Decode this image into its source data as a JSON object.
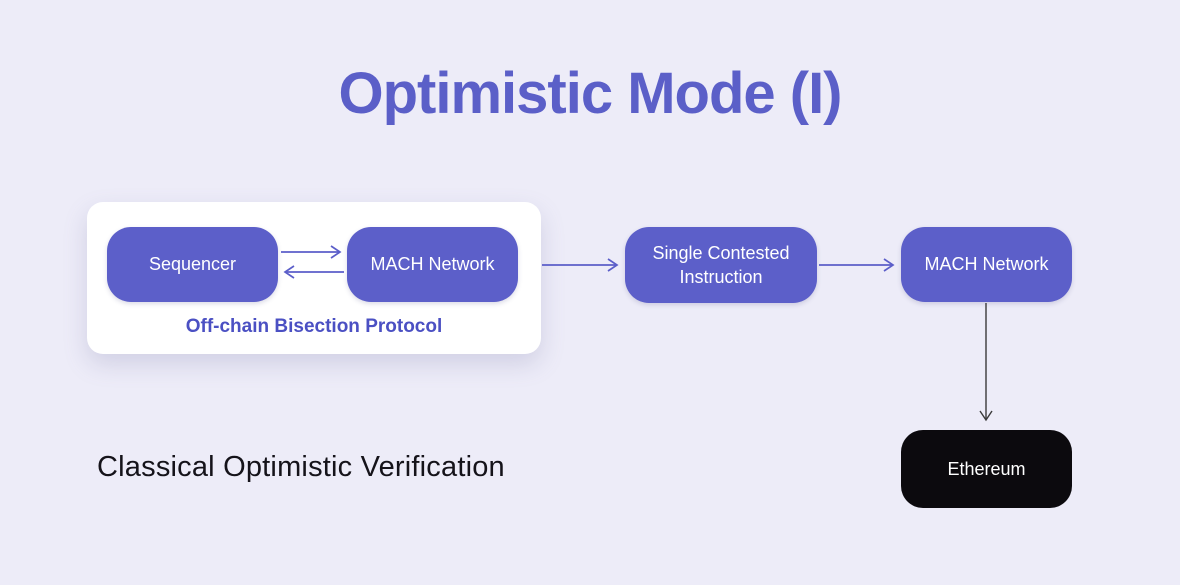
{
  "slide": {
    "title": "Optimistic Mode (I)",
    "caption": "Classical Optimistic Verification"
  },
  "diagram": {
    "offchain_group": {
      "label": "Off-chain Bisection Protocol",
      "sequencer_label": "Sequencer",
      "mach_network_label": "MACH Network"
    },
    "single_contested_label": "Single Contested Instruction",
    "mach_network_2_label": "MACH Network",
    "ethereum_label": "Ethereum"
  },
  "colors": {
    "background": "#edecf8",
    "title_text": "#5b5fc8",
    "node_fill": "#5c5fc9",
    "node_text": "#ffffff",
    "group_panel_fill": "#ffffff",
    "group_label_text": "#4b50c3",
    "ethereum_fill": "#0c0a0e",
    "ethereum_text": "#ffffff",
    "arrow_accent": "#5b5ec9",
    "arrow_dark": "#3a3a3a",
    "caption_text": "#15131a"
  }
}
